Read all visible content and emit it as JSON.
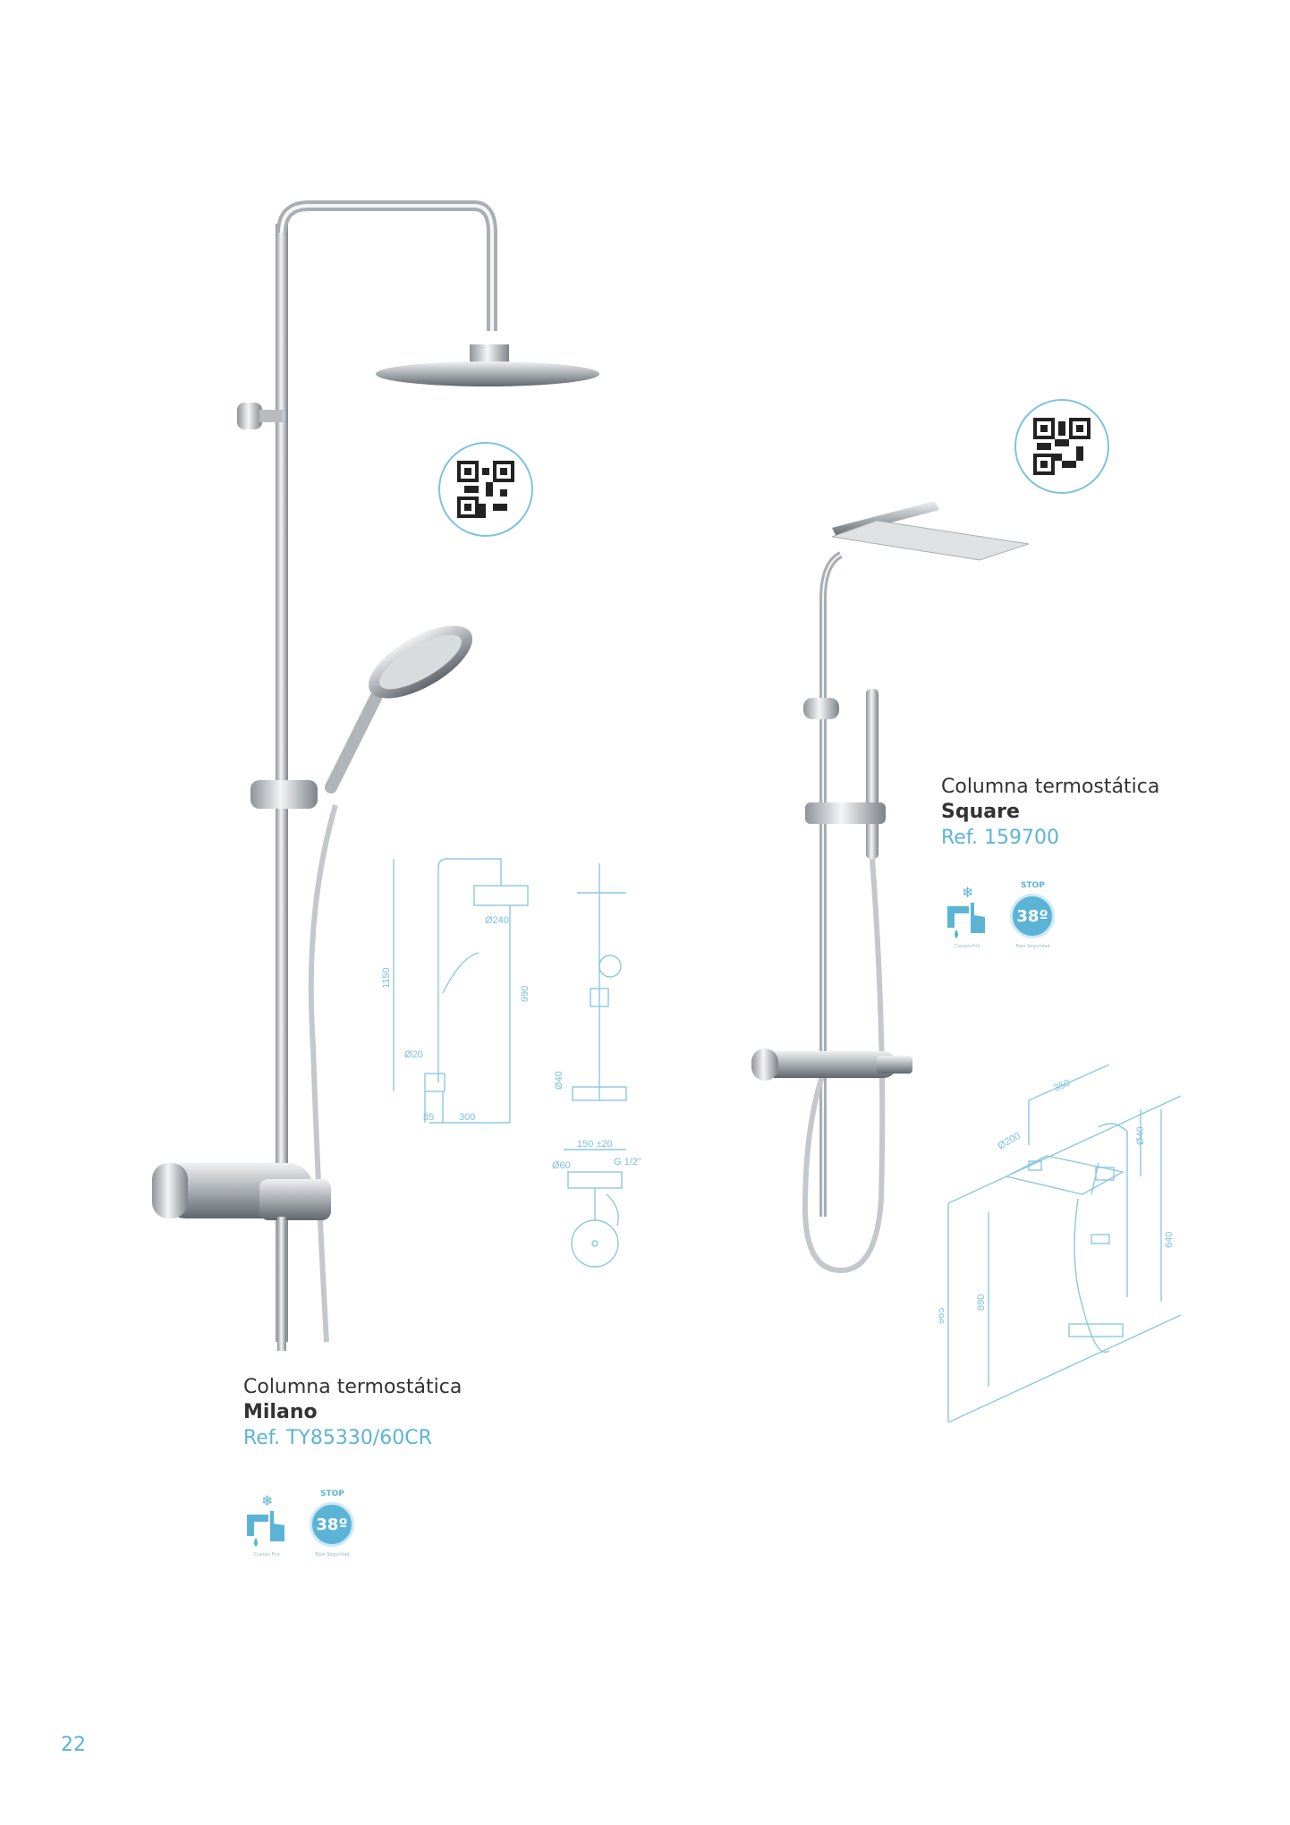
{
  "page_number": "22",
  "products": [
    {
      "title": "Columna termostática",
      "name": "Milano",
      "ref": "Ref. TY85330/60CR",
      "features": [
        "Cuerpo Frío",
        "Tope Seguridad"
      ],
      "stop_label": "STOP",
      "temp_label": "38º",
      "dimensions": [
        "Ø240",
        "1150",
        "990",
        "Ø20",
        "85",
        "300",
        "Ø40",
        "150 ±20",
        "Ø60",
        "G 1/2\""
      ]
    },
    {
      "title": "Columna termostática",
      "name": "Square",
      "ref": "Ref. 159700",
      "features": [
        "Cuerpo Frío",
        "Tope Seguridad"
      ],
      "stop_label": "STOP",
      "temp_label": "38º",
      "dimensions": [
        "350",
        "Ø200",
        "Ø40",
        "640",
        "965",
        "890"
      ]
    }
  ],
  "colors": {
    "accent": "#5bb4d6",
    "chrome": "#b8bcc0",
    "text": "#333333"
  },
  "icons": [
    "qr-code-icon",
    "cold-body-icon",
    "safety-stop-icon",
    "snowflake-icon"
  ]
}
